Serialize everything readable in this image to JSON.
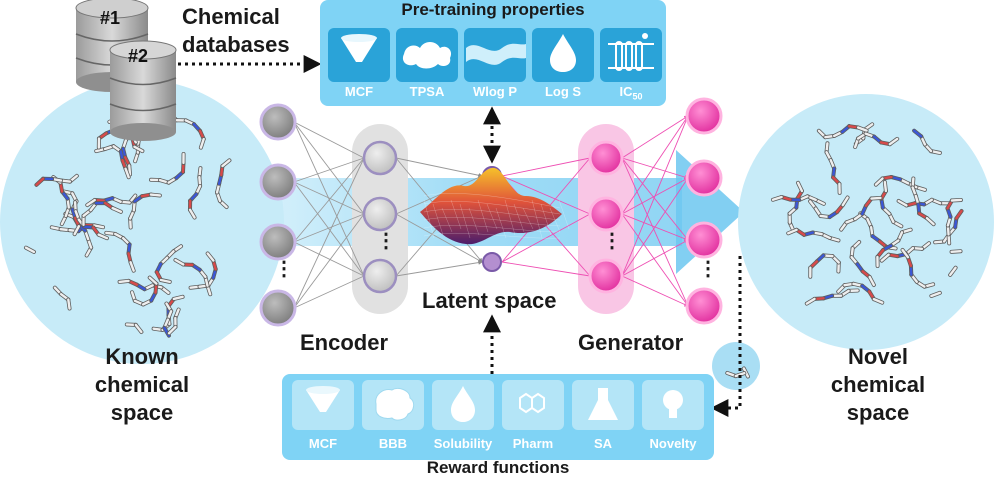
{
  "databases": {
    "db1_label": "#1",
    "db2_label": "#2",
    "caption_line1": "Chemical",
    "caption_line2": "databases"
  },
  "pretraining": {
    "title": "Pre-training properties",
    "items": [
      {
        "label": "MCF",
        "icon": "funnel-icon"
      },
      {
        "label": "TPSA",
        "icon": "cloud-surface-icon"
      },
      {
        "label": "Wlog P",
        "icon": "wave-icon"
      },
      {
        "label": "Log S",
        "icon": "droplet-icon"
      },
      {
        "label": "IC",
        "sub": "50",
        "icon": "cell-membrane-icon"
      }
    ]
  },
  "known_space": {
    "line1": "Known",
    "line2": "chemical",
    "line3": "space"
  },
  "novel_space": {
    "line1": "Novel",
    "line2": "chemical",
    "line3": "space"
  },
  "network": {
    "encoder": "Encoder",
    "latent": "Latent space",
    "generator": "Generator",
    "ellipsis": "⋮"
  },
  "reward": {
    "title": "Reward functions",
    "items": [
      {
        "label": "MCF",
        "icon": "funnel-icon"
      },
      {
        "label": "BBB",
        "icon": "brain-icon"
      },
      {
        "label": "Solubility",
        "icon": "droplet-icon"
      },
      {
        "label": "Pharm",
        "icon": "naphthalene-icon"
      },
      {
        "label": "SA",
        "icon": "flask-icon"
      },
      {
        "label": "Novelty",
        "icon": "lightbulb-icon"
      }
    ]
  },
  "colors": {
    "panel": "#7fd3f5",
    "tile_dark": "#2aa3d8",
    "tile_light": "#b4e5f7",
    "encoder_node": "#9a9a9a",
    "generator_node": "#ee4fb3",
    "latent_node": "#b48fd0",
    "circle_fill": "#c7ebf8"
  }
}
